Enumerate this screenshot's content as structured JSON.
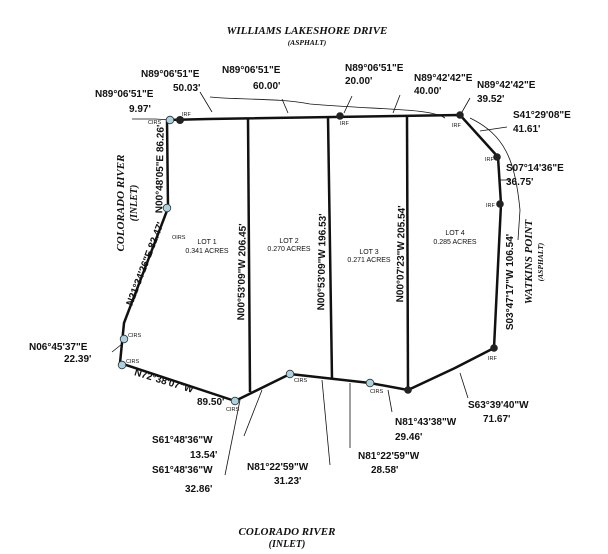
{
  "roads": {
    "north_name": "WILLIAMS LAKESHORE DRIVE",
    "north_surface": "(ASPHALT)",
    "south_name": "COLORADO RIVER",
    "south_sub": "(INLET)",
    "west_name": "COLORADO RIVER",
    "west_sub": "(INLET)",
    "east_name": "WATKINS POINT",
    "east_surface": "(ASPHALT)"
  },
  "calls": {
    "c1_bearing": "N89°06'51\"E",
    "c1_dist": "9.97'",
    "c2_bearing": "N89°06'51\"E",
    "c2_dist": "50.03'",
    "c3_bearing": "N89°06'51\"E",
    "c3_dist": "60.00'",
    "c4_bearing": "N89°06'51\"E",
    "c4_dist": "20.00'",
    "c5_bearing": "N89°42'42\"E",
    "c5_dist": "40.00'",
    "c6_bearing": "N89°42'42\"E",
    "c6_dist": "39.52'",
    "c7_bearing": "S41°29'08\"E",
    "c7_dist": "41.61'",
    "c8_bearing": "S07°14'36\"E",
    "c8_dist": "36.75'",
    "c9": "S03°47'17\"W 106.54'",
    "c10_bearing": "S63°39'40\"W",
    "c10_dist": "71.67'",
    "c11_bearing": "N81°43'38\"W",
    "c11_dist": "29.46'",
    "c12_bearing": "N81°22'59\"W",
    "c12_dist": "28.58'",
    "c13_bearing": "N81°22'59\"W",
    "c13_dist": "31.23'",
    "c14_bearing": "S61°48'36\"W",
    "c14_dist": "32.86'",
    "c15_bearing": "S61°48'36\"W",
    "c15_dist": "13.54'",
    "c16": "N72°38'07\"W",
    "c16_dist": "89.50'",
    "c17_bearing": "N06°45'37\"E",
    "c17_dist": "22.39'",
    "c18": "N21°34'26\"E 82.47'",
    "c19": "N00°48'05\"E 86.26'"
  },
  "lot_lines": {
    "l1": "N00°53'09\"W 206.45'",
    "l2": "N00°53'09\"W 196.53'",
    "l3": "N00°07'23\"W 205.54'"
  },
  "lots": {
    "lot1_name": "LOT 1",
    "lot1_area": "0.341 ACRES",
    "lot2_name": "LOT 2",
    "lot2_area": "0.270 ACRES",
    "lot3_name": "LOT 3",
    "lot3_area": "0.271 ACRES",
    "lot4_name": "LOT 4",
    "lot4_area": "0.285 ACRES"
  },
  "pins": {
    "irf": "IRF",
    "cirs": "CIRS",
    "oirs": "OIRS"
  },
  "colors": {
    "line": "#111111",
    "set_pin": "#a9d3e0",
    "found_pin": "#222222"
  }
}
